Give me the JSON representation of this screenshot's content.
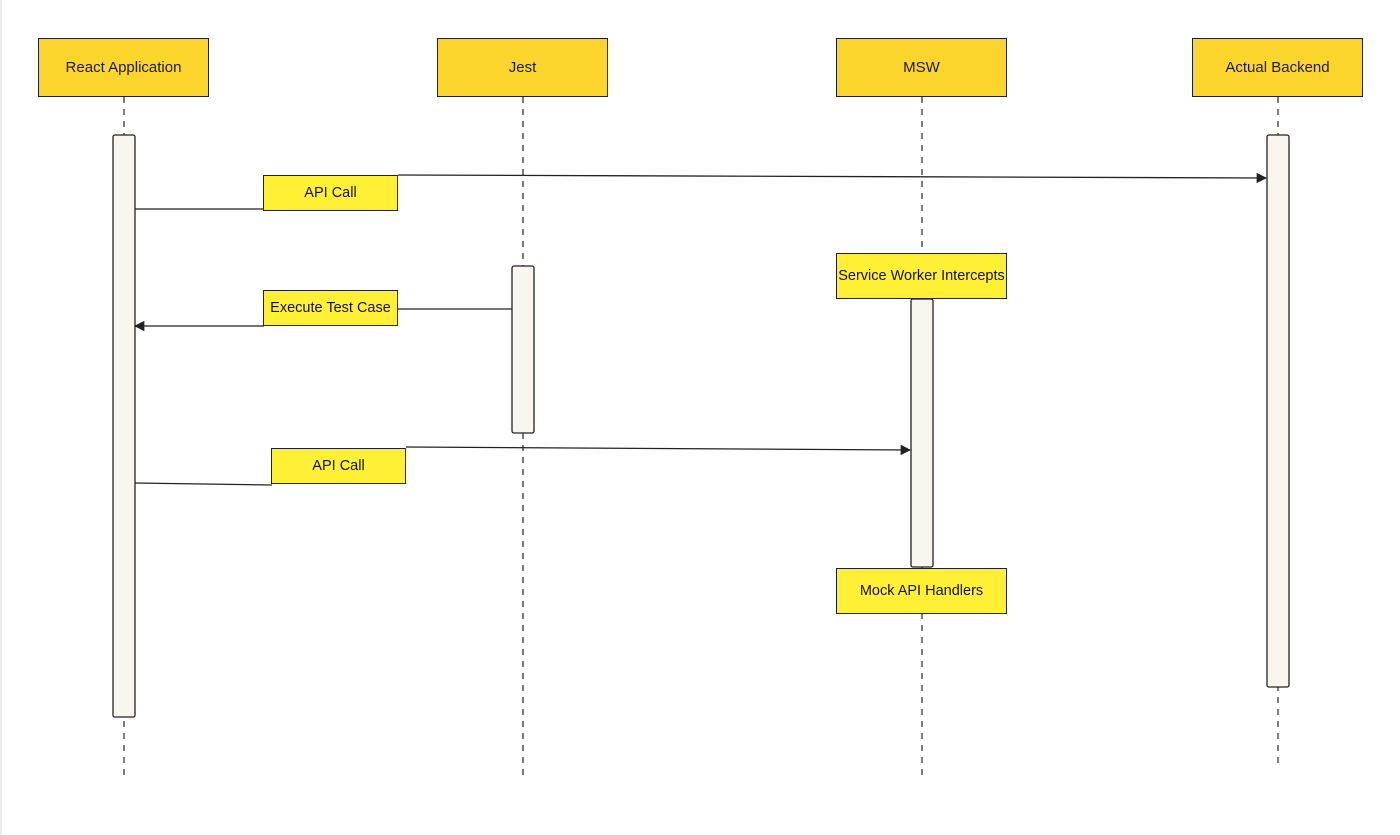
{
  "participants": [
    {
      "id": "react",
      "label": "React Application"
    },
    {
      "id": "jest",
      "label": "Jest"
    },
    {
      "id": "msw",
      "label": "MSW"
    },
    {
      "id": "backend",
      "label": "Actual Backend"
    }
  ],
  "messages": [
    {
      "from": "React Application",
      "to": "Actual Backend",
      "label": "API Call"
    },
    {
      "from": "Jest",
      "to": "React Application",
      "label": "Execute Test Case"
    },
    {
      "from": "React Application",
      "to": "MSW",
      "label": "API Call"
    }
  ],
  "notes": {
    "service_worker": "Service Worker Intercepts",
    "mock_handlers": "Mock API Handlers"
  },
  "colors": {
    "participant_fill": "#fbd52b",
    "note_fill": "#fff035",
    "activation_fill": "#f8f6ee",
    "line": "#222222"
  }
}
